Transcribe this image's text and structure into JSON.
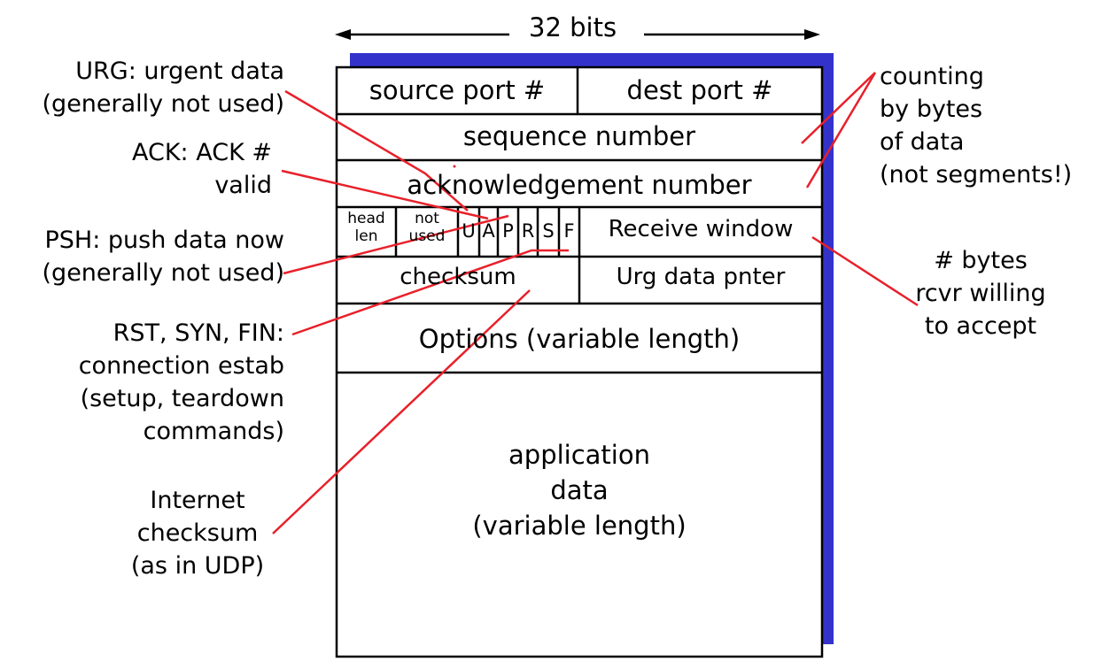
{
  "width_label": "32 bits",
  "fields": {
    "source_port": "source port #",
    "dest_port": "dest port #",
    "sequence_number": "sequence number",
    "ack_number": "acknowledgement number",
    "head_len": [
      "head",
      "len"
    ],
    "not_used": [
      "not",
      "used"
    ],
    "flags": [
      "U",
      "A",
      "P",
      "R",
      "S",
      "F"
    ],
    "receive_window": "Receive window",
    "checksum": "checksum",
    "urg_pointer": "Urg data pnter",
    "options": "Options (variable length)",
    "app_data": [
      "application",
      "data",
      "(variable length)"
    ]
  },
  "annotations": {
    "urg": [
      "URG: urgent data",
      "(generally not used)"
    ],
    "ack": [
      "ACK: ACK #",
      "valid"
    ],
    "psh": [
      "PSH: push data now",
      "(generally not used)"
    ],
    "rst_syn_fin": [
      "RST, SYN, FIN:",
      "connection estab",
      "(setup, teardown",
      "commands)"
    ],
    "internet_checksum": [
      "Internet",
      "checksum",
      "(as in UDP)"
    ],
    "counting": [
      "counting",
      "by bytes",
      "of data",
      "(not segments!)"
    ],
    "bytes_willing": [
      "# bytes",
      "rcvr willing",
      "to accept"
    ]
  },
  "colors": {
    "shadow": "#3333cc",
    "callout_line": "#e8202a",
    "box_stroke": "#000000"
  }
}
